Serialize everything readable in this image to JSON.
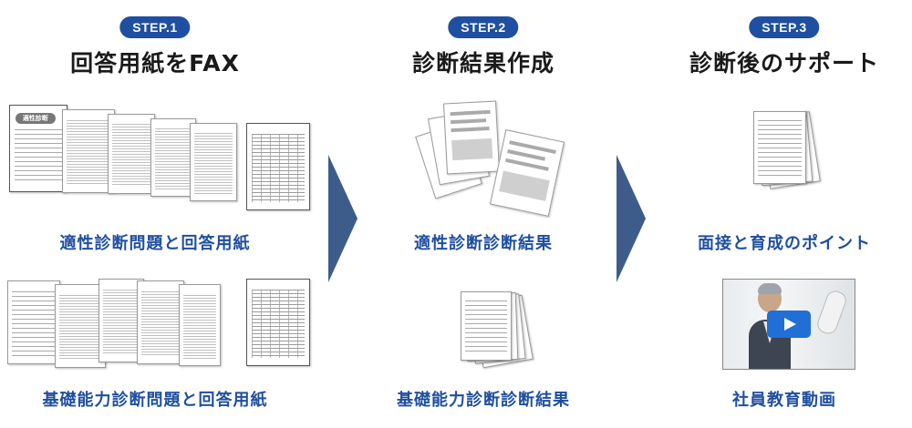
{
  "steps": [
    {
      "badge": "STEP.1",
      "title": "回答用紙をFAX",
      "items": [
        {
          "label": "適性診断問題と回答用紙",
          "image_icon": "document-stack-icon"
        },
        {
          "label": "基礎能力診断問題と回答用紙",
          "image_icon": "document-stack-icon"
        }
      ],
      "oval_text": "適性診断"
    },
    {
      "badge": "STEP.2",
      "title": "診断結果作成",
      "items": [
        {
          "label": "適性診断診断結果",
          "image_icon": "report-pages-icon"
        },
        {
          "label": "基礎能力診断診断結果",
          "image_icon": "report-pages-icon"
        }
      ]
    },
    {
      "badge": "STEP.3",
      "title": "診断後のサポート",
      "items": [
        {
          "label": "面接と育成のポイント",
          "image_icon": "document-stack-icon"
        },
        {
          "label": "社員教育動画",
          "image_icon": "video-thumbnail-icon"
        }
      ]
    }
  ],
  "arrows": [
    "arrow-right-icon",
    "arrow-right-icon"
  ],
  "colors": {
    "badge": "#1f4fa0",
    "label": "#1f4fa0",
    "arrow": "#3d5c8a",
    "title": "#1a1a1a",
    "play": "#1f6fd6"
  }
}
